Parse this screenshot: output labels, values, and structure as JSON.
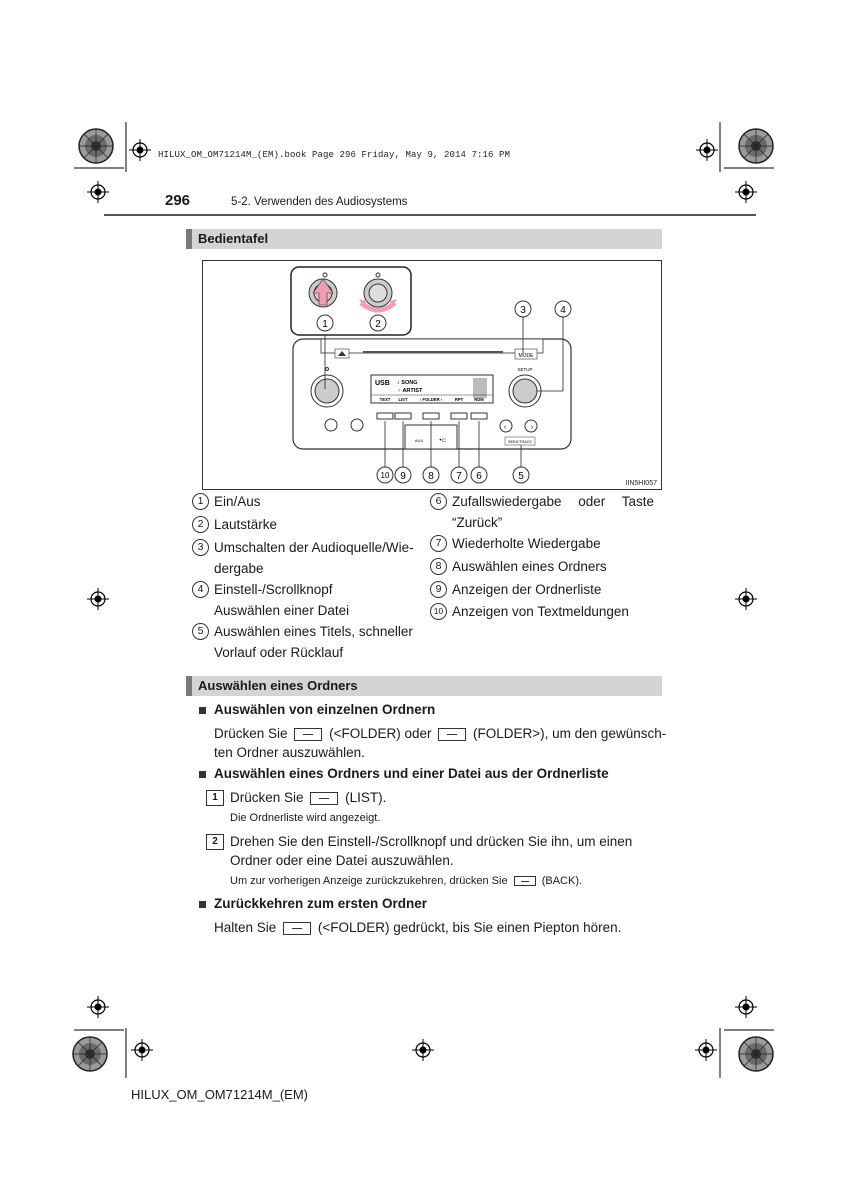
{
  "header": {
    "file_line": "HILUX_OM_OM71214M_(EM).book  Page 296  Friday, May 9, 2014  7:16 PM",
    "page_number": "296",
    "chapter": "5-2. Verwenden des Audiosystems"
  },
  "section1": {
    "title": "Bedientafel",
    "figure_code": "IIN5HI057",
    "figure": {
      "mode_label": "MODE",
      "setup_label": "SETUP",
      "seek_label": "SEEK/TRACK",
      "aux_label": "AUX",
      "display_source": "USB",
      "display_song": "♪ SONG",
      "display_artist": "♂ ARTIST",
      "softkeys": [
        "TEXT",
        "LIST",
        "‹ FOLDER ›",
        "RPT",
        "RDM"
      ]
    },
    "callouts_left": [
      {
        "num": "1",
        "lines": [
          "Ein/Aus"
        ]
      },
      {
        "num": "2",
        "lines": [
          "Lautstärke"
        ]
      },
      {
        "num": "3",
        "lines": [
          "Umschalten der Audioquelle/Wie-",
          "dergabe"
        ]
      },
      {
        "num": "4",
        "lines": [
          "Einstell-/Scrollknopf",
          "Auswählen einer Datei"
        ]
      },
      {
        "num": "5",
        "lines": [
          "Auswählen eines Titels, schneller",
          "Vorlauf oder Rücklauf"
        ]
      }
    ],
    "callouts_right": [
      {
        "num": "6",
        "lines": [
          "Zufallswiedergabe oder Taste",
          "“Zurück”"
        ]
      },
      {
        "num": "7",
        "lines": [
          "Wiederholte Wiedergabe"
        ]
      },
      {
        "num": "8",
        "lines": [
          "Auswählen eines Ordners"
        ]
      },
      {
        "num": "9",
        "lines": [
          "Anzeigen der Ordnerliste"
        ]
      },
      {
        "num": "10",
        "lines": [
          "Anzeigen von Textmeldungen"
        ]
      }
    ]
  },
  "section2": {
    "title": "Auswählen eines Ordners",
    "sub1": {
      "heading": "Auswählen von einzelnen Ordnern",
      "line1_a": "Drücken Sie",
      "line1_b": "(<FOLDER) oder",
      "line1_c": "(FOLDER>), um den gewünsch-",
      "line2": "ten Ordner auszuwählen."
    },
    "sub2": {
      "heading": "Auswählen eines Ordners und einer Datei aus der Ordnerliste",
      "step1_num": "1",
      "step1_a": "Drücken Sie",
      "step1_b": "(LIST).",
      "step1_note": "Die Ordnerliste wird angezeigt.",
      "step2_num": "2",
      "step2_line1": "Drehen Sie den Einstell-/Scrollknopf und drücken Sie ihn, um einen",
      "step2_line2": "Ordner oder eine Datei auszuwählen.",
      "step2_note_a": "Um zur vorherigen Anzeige zurückzukehren, drücken Sie",
      "step2_note_b": "(BACK)."
    },
    "sub3": {
      "heading": "Zurückkehren zum ersten Ordner",
      "line_a": "Halten Sie",
      "line_b": "(<FOLDER) gedrückt, bis Sie einen Piepton hören."
    }
  },
  "footer": {
    "code": "HILUX_OM_OM71214M_(EM)"
  }
}
